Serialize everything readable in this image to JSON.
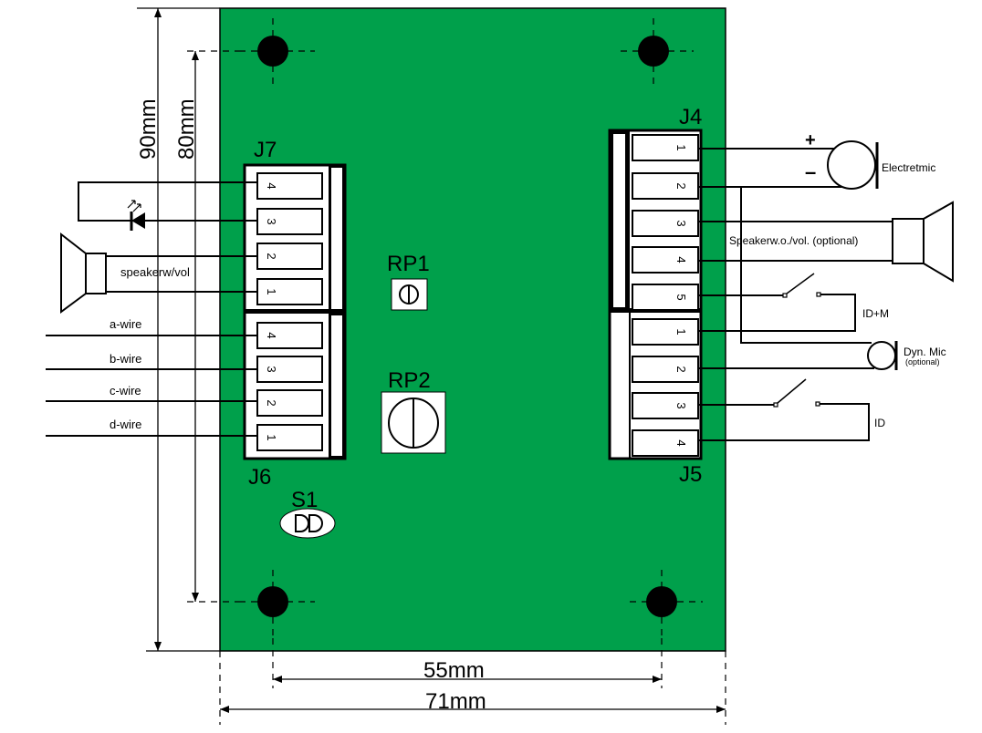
{
  "colors": {
    "pcb": "#00a04b",
    "line": "#000000"
  },
  "dimensions": {
    "height_outer": "90mm",
    "height_holes": "80mm",
    "width_holes": "55mm",
    "width_outer": "71mm"
  },
  "components": {
    "rp1": "RP1",
    "rp2": "RP2",
    "s1": "S1"
  },
  "connectors": {
    "J7": {
      "label": "J7",
      "pins": [
        "4",
        "3",
        "2",
        "1"
      ]
    },
    "J6": {
      "label": "J6",
      "pins": [
        "4",
        "3",
        "2",
        "1"
      ]
    },
    "J4": {
      "label": "J4",
      "pins": [
        "1",
        "2",
        "3",
        "4",
        "5"
      ]
    },
    "J5": {
      "label": "J5",
      "pins": [
        "1",
        "2",
        "3",
        "4"
      ]
    }
  },
  "left_labels": {
    "speaker": "speakerw/vol",
    "wires": [
      "a-wire",
      "b-wire",
      "c-wire",
      "d-wire"
    ]
  },
  "right_labels": {
    "plus": "+",
    "minus": "–",
    "electret": "Electretmic",
    "speaker": "Speakerw.o./vol. (optional)",
    "idm": "ID+M",
    "dynmic": "Dyn. Mic",
    "dynmic_optional": "(optional)",
    "id": "ID"
  }
}
